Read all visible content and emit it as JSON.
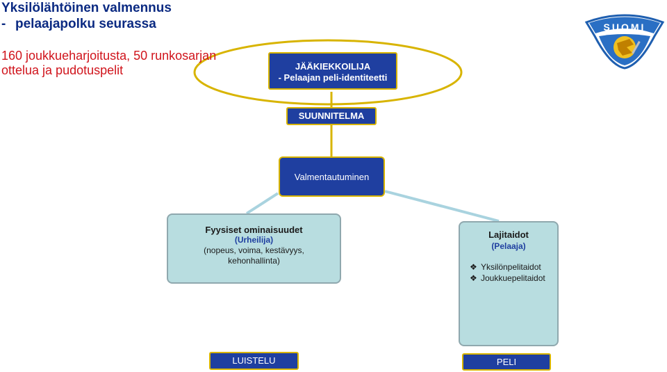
{
  "header": {
    "title_line1": "Yksilölähtöinen valmennus",
    "title_dash": "-",
    "title_line2": "pelaajapolku seurassa",
    "note_line1": "160 joukkueharjoitusta, 50 runkosarjan",
    "note_line2": "ottelua ja pudotuspelit"
  },
  "logo": {
    "text": "SUOMI",
    "icon": "finland-lion-emblem"
  },
  "nodes": {
    "jaakiekkoilija": {
      "line1": "JÄÄKIEKKOILIJA",
      "line2": "- Pelaajan peli-identiteetti"
    },
    "suunnitelma": "SUUNNITELMA",
    "valmentautuminen": "Valmentautuminen",
    "fyysiset": {
      "title": "Fyysiset ominaisuudet",
      "subtitle": "(Urheilija)",
      "line1": "(nopeus, voima, kestävyys,",
      "line2": "kehonhallinta)"
    },
    "lajitaidot": {
      "title": "Lajitaidot",
      "subtitle": "(Pelaaja)",
      "bullet": "❖",
      "items": [
        "Yksilönpelitaidot",
        "Joukkuepelitaidot"
      ]
    },
    "luistelu": "LUISTELU",
    "peli": "PELI"
  },
  "colors": {
    "navy": "#1f3fa0",
    "gold": "#d8b400",
    "teal": "#b8dde0",
    "red": "#d0141c",
    "connector": "#a9d3df"
  }
}
